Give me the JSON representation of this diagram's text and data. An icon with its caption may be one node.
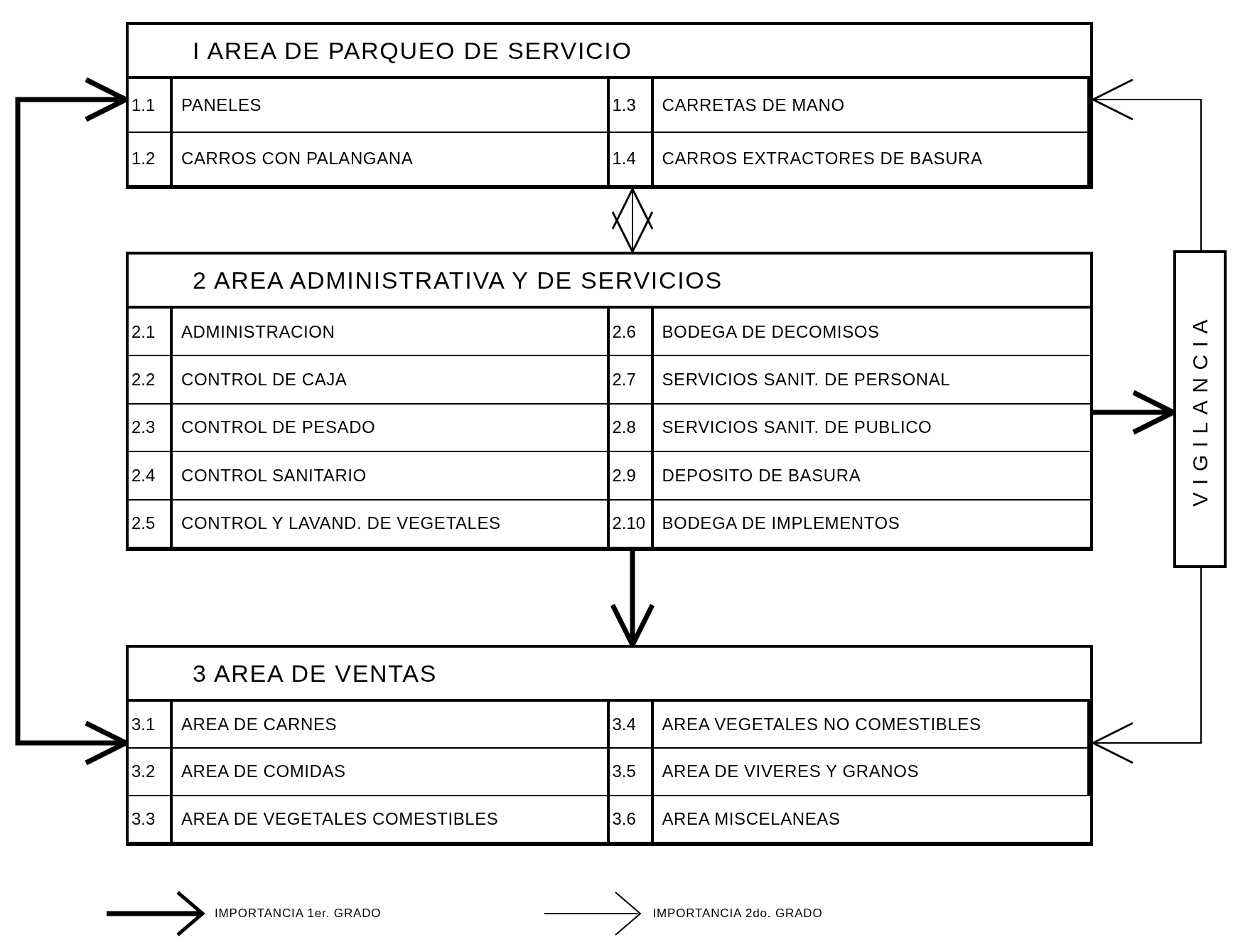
{
  "diagram": {
    "nodes": [
      {
        "text": [
          "I AREA DE PARQUEO DE SERVICIO"
        ]
      },
      {
        "text": [
          "1.1",
          "PANELES"
        ],
        "in": 0
      },
      {
        "text": [
          "1.2",
          "CARROS CON PALANGANA"
        ],
        "in": 0
      },
      {
        "text": [
          "1.3",
          "CARRETAS DE MANO"
        ],
        "in": 0
      },
      {
        "text": [
          "1.4",
          "CARROS EXTRACTORES DE BASURA"
        ],
        "in": 0
      },
      {
        "text": [
          "2 AREA ADMINISTRATIVA Y DE SERVICIOS"
        ]
      },
      {
        "text": [
          "2.1",
          "ADMINISTRACION"
        ],
        "in": 5
      },
      {
        "text": [
          "2.2",
          "CONTROL DE CAJA"
        ],
        "in": 5
      },
      {
        "text": [
          "2.3",
          "CONTROL DE PESADO"
        ],
        "in": 5
      },
      {
        "text": [
          "2.4",
          "CONTROL SANITARIO"
        ],
        "in": 5
      },
      {
        "text": [
          "2.5",
          "CONTROL Y LAVAND. DE VEGETALES"
        ],
        "in": 5
      },
      {
        "text": [
          "2.6",
          "BODEGA DE DECOMISOS"
        ],
        "in": 5
      },
      {
        "text": [
          "2.7",
          "SERVICIOS SANIT. DE PERSONAL"
        ],
        "in": 5
      },
      {
        "text": [
          "2.8",
          "SERVICIOS SANIT. DE PUBLICO"
        ],
        "in": 5
      },
      {
        "text": [
          "2.9",
          "DEPOSITO DE BASURA"
        ],
        "in": 5
      },
      {
        "text": [
          "2.10",
          "BODEGA DE IMPLEMENTOS"
        ],
        "in": 5
      },
      {
        "text": [
          "3 AREA DE VENTAS"
        ]
      },
      {
        "text": [
          "3.1",
          "AREA DE CARNES"
        ],
        "in": 16
      },
      {
        "text": [
          "3.2",
          "AREA DE COMIDAS"
        ],
        "in": 16
      },
      {
        "text": [
          "3.3",
          "AREA DE VEGETALES COMESTIBLES"
        ],
        "in": 16
      },
      {
        "text": [
          "3.4",
          "AREA VEGETALES NO COMESTIBLES"
        ],
        "in": 16
      },
      {
        "text": [
          "3.5",
          "AREA DE VIVERES Y GRANOS"
        ],
        "in": 16
      },
      {
        "text": [
          "3.6",
          "AREA MISCELANEAS"
        ],
        "in": 16
      },
      {
        "text": [
          "VIGILANCIA"
        ]
      }
    ],
    "edges": [
      {
        "from": 0,
        "to": 16,
        "arrow": "both",
        "style": "thick"
      },
      {
        "from": 0,
        "to": 5,
        "arrow": "both"
      },
      {
        "from": 5,
        "to": 16,
        "arrow": "to",
        "style": "thick"
      },
      {
        "from": 5,
        "to": 23,
        "arrow": "to",
        "style": "thick"
      },
      {
        "from": 23,
        "to": 0,
        "arrow": "to"
      },
      {
        "from": 23,
        "to": 16,
        "arrow": "to"
      }
    ],
    "legend": [
      {
        "text": "IMPORTANCIA 1er. GRADO"
      },
      {
        "text": "IMPORTANCIA 2do. GRADO"
      }
    ]
  }
}
